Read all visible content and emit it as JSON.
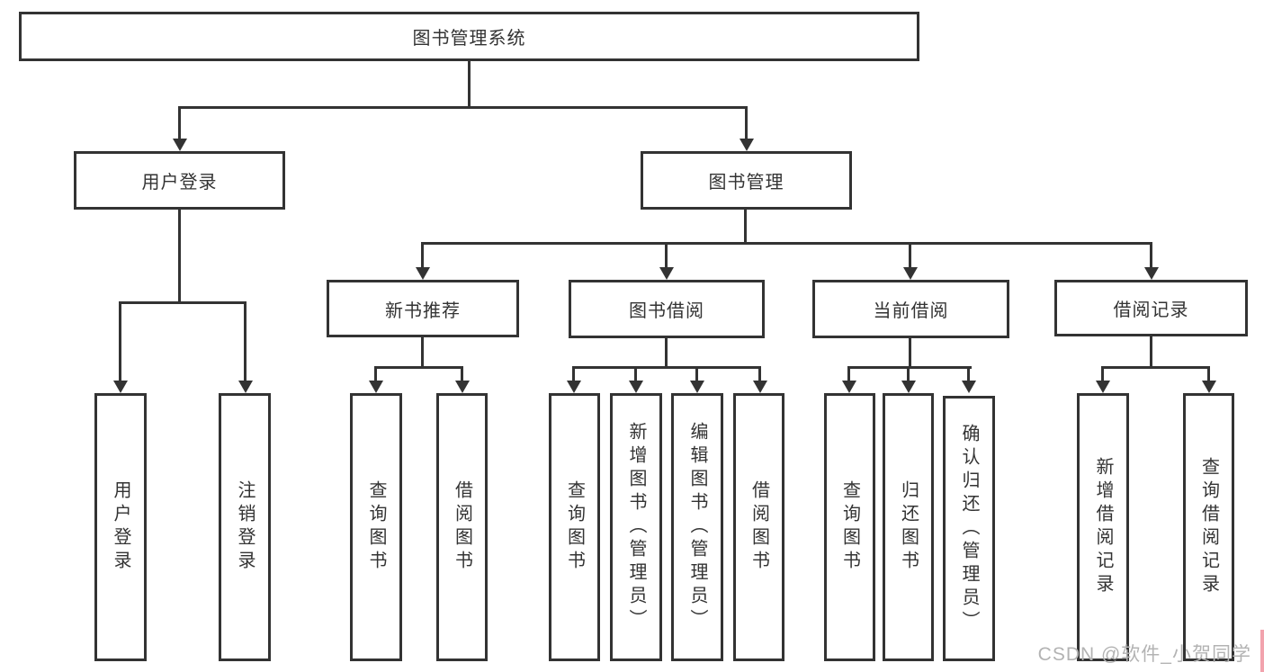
{
  "nodes": {
    "root": "图书管理系统",
    "user_login": "用户登录",
    "book_mgmt": "图书管理",
    "new_book": "新书推荐",
    "borrow": "图书借阅",
    "current": "当前借阅",
    "records": "借阅记录",
    "user_login_children": [
      "用户登录",
      "注销登录"
    ],
    "new_book_children": [
      "查询图书",
      "借阅图书"
    ],
    "borrow_children": [
      "查询图书",
      "新增图书（管理员）",
      "编辑图书（管理员）",
      "借阅图书"
    ],
    "current_children": [
      "查询图书",
      "归还图书",
      "确认归还（管理员）"
    ],
    "records_children": [
      "新增借阅记录",
      "查询借阅记录"
    ]
  },
  "watermark": "CSDN @软件_小贺同学",
  "colors": {
    "line": "#333333",
    "text": "#333333",
    "watermark": "#b3b3b3",
    "background": "#ffffff",
    "edge_accent": "#f2a3ad"
  }
}
